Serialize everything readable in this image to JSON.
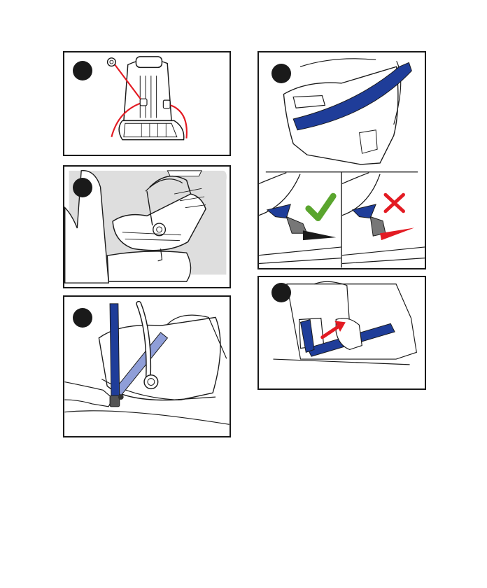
{
  "colors": {
    "outline": "#1a1a1a",
    "belt_blue": "#1f3d99",
    "belt_light_blue": "#8f9ed8",
    "lap_belt_red": "#e31b23",
    "check_green": "#5aa52e",
    "cross_red": "#e31b23",
    "background_grey": "#dedede"
  },
  "steps": [
    {
      "id": 1,
      "badge_icon": "filled-circle-badge",
      "illustration": "seat-belt-anchors-icon"
    },
    {
      "id": 2,
      "badge_icon": "filled-circle-badge",
      "illustration": "infant-carrier-on-seat-icon"
    },
    {
      "id": 3,
      "badge_icon": "filled-circle-badge",
      "illustration": "lap-belt-routing-icon"
    },
    {
      "id": 4,
      "badge_icon": "filled-circle-badge",
      "illustration": "belt-over-base-icon",
      "correct_icon": "green-check-icon",
      "incorrect_icon": "red-cross-icon"
    },
    {
      "id": 5,
      "badge_icon": "filled-circle-badge",
      "illustration": "tighten-belt-icon"
    }
  ]
}
